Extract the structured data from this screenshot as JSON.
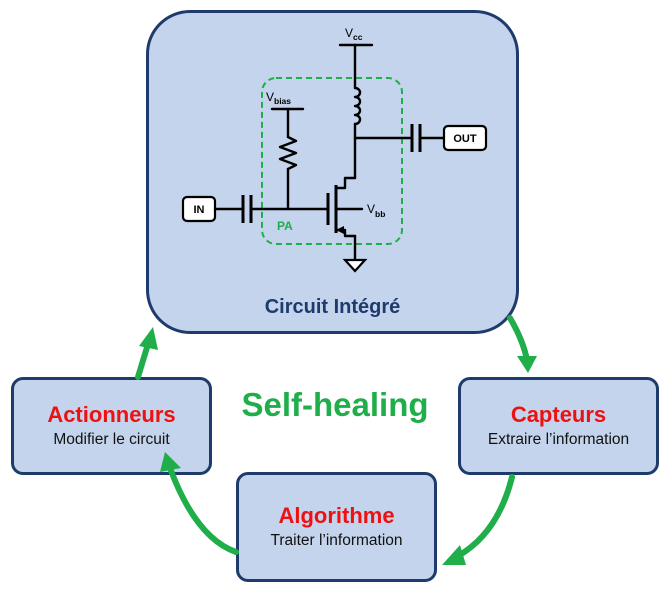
{
  "diagram": {
    "center_label": "Self-healing",
    "main_box": {
      "caption": "Circuit Intégré"
    },
    "circuit": {
      "vcc_label": "V",
      "vcc_sub": "cc",
      "vbias_label": "V",
      "vbias_sub": "bias",
      "vbb_label": "V",
      "vbb_sub": "bb",
      "in_label": "IN",
      "out_label": "OUT",
      "pa_label": "PA"
    },
    "nodes": [
      {
        "title": "Actionneurs",
        "subtitle": "Modifier le circuit"
      },
      {
        "title": "Capteurs",
        "subtitle": "Extraire l’information"
      },
      {
        "title": "Algorithme",
        "subtitle": "Traiter l’information"
      }
    ],
    "colors": {
      "box_fill": "#c3d4ec",
      "box_border": "#1f3b6b",
      "arrow": "#1fae4a",
      "node_title": "#ee1111",
      "caption": "#1f3b6b",
      "pa_outline": "#1fae4a"
    }
  }
}
